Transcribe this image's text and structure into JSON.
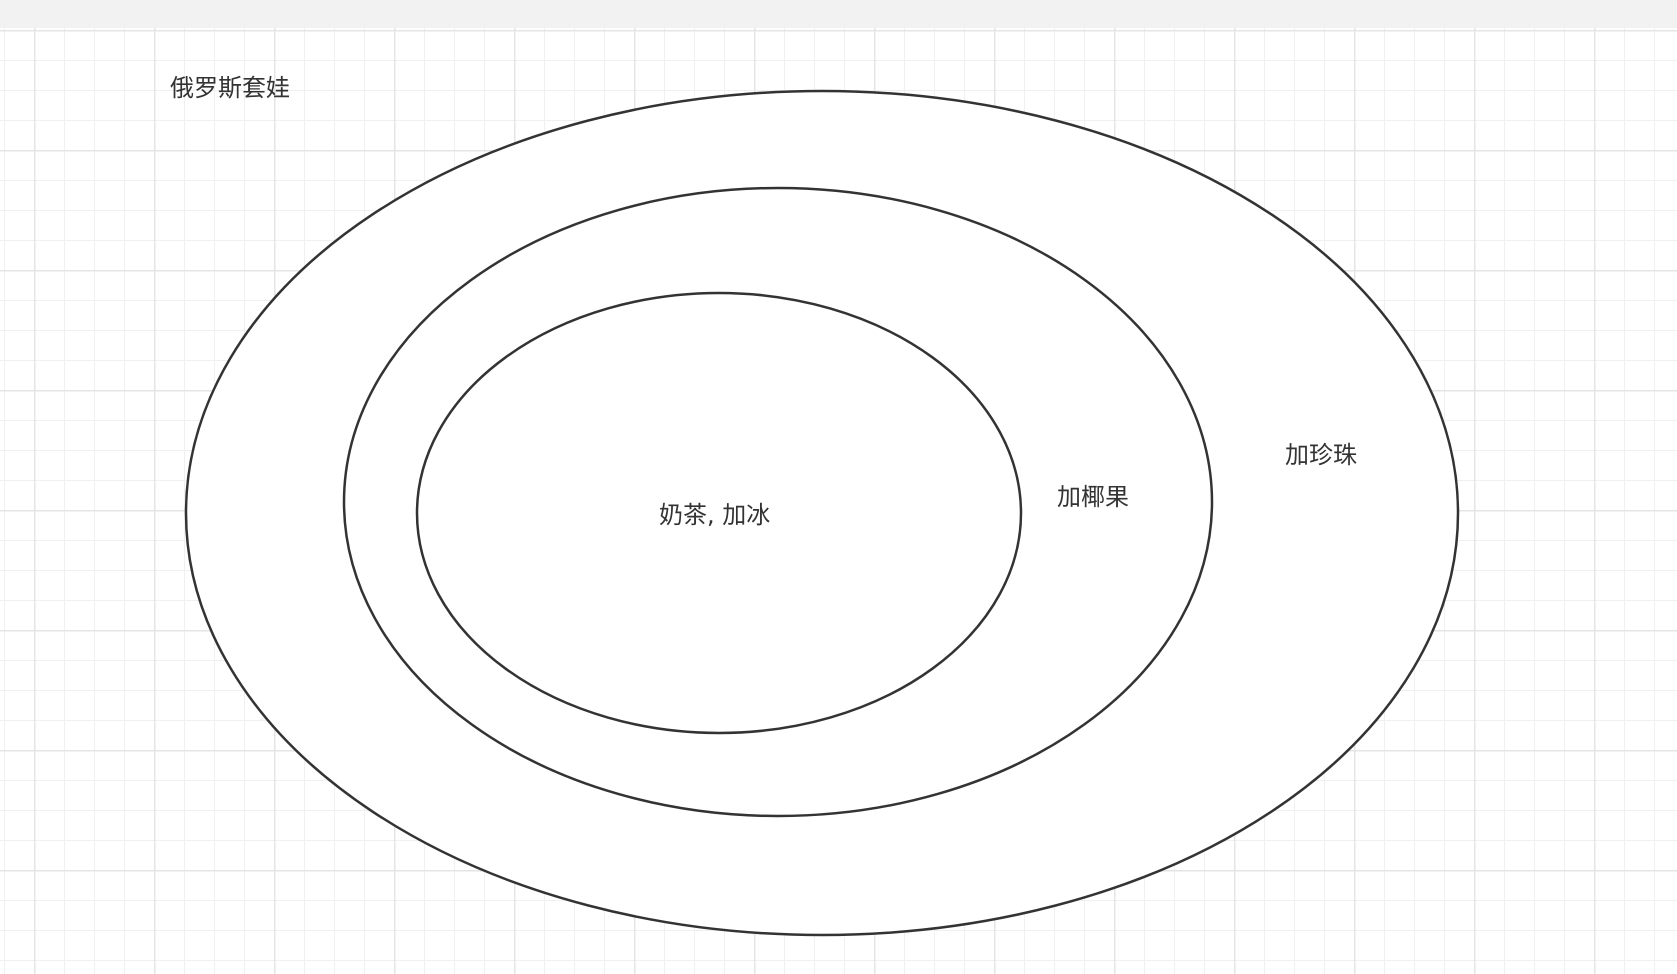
{
  "diagram": {
    "title": "俄罗斯套娃",
    "rings": {
      "outer_label": "加珍珠",
      "middle_label": "加椰果",
      "inner_label": "奶茶, 加冰"
    },
    "colors": {
      "stroke": "#333333",
      "fill": "#ffffff",
      "grid_major": "#e4e4e4",
      "grid_minor": "#f0f0f0",
      "top_bar": "#f2f2f2"
    }
  }
}
